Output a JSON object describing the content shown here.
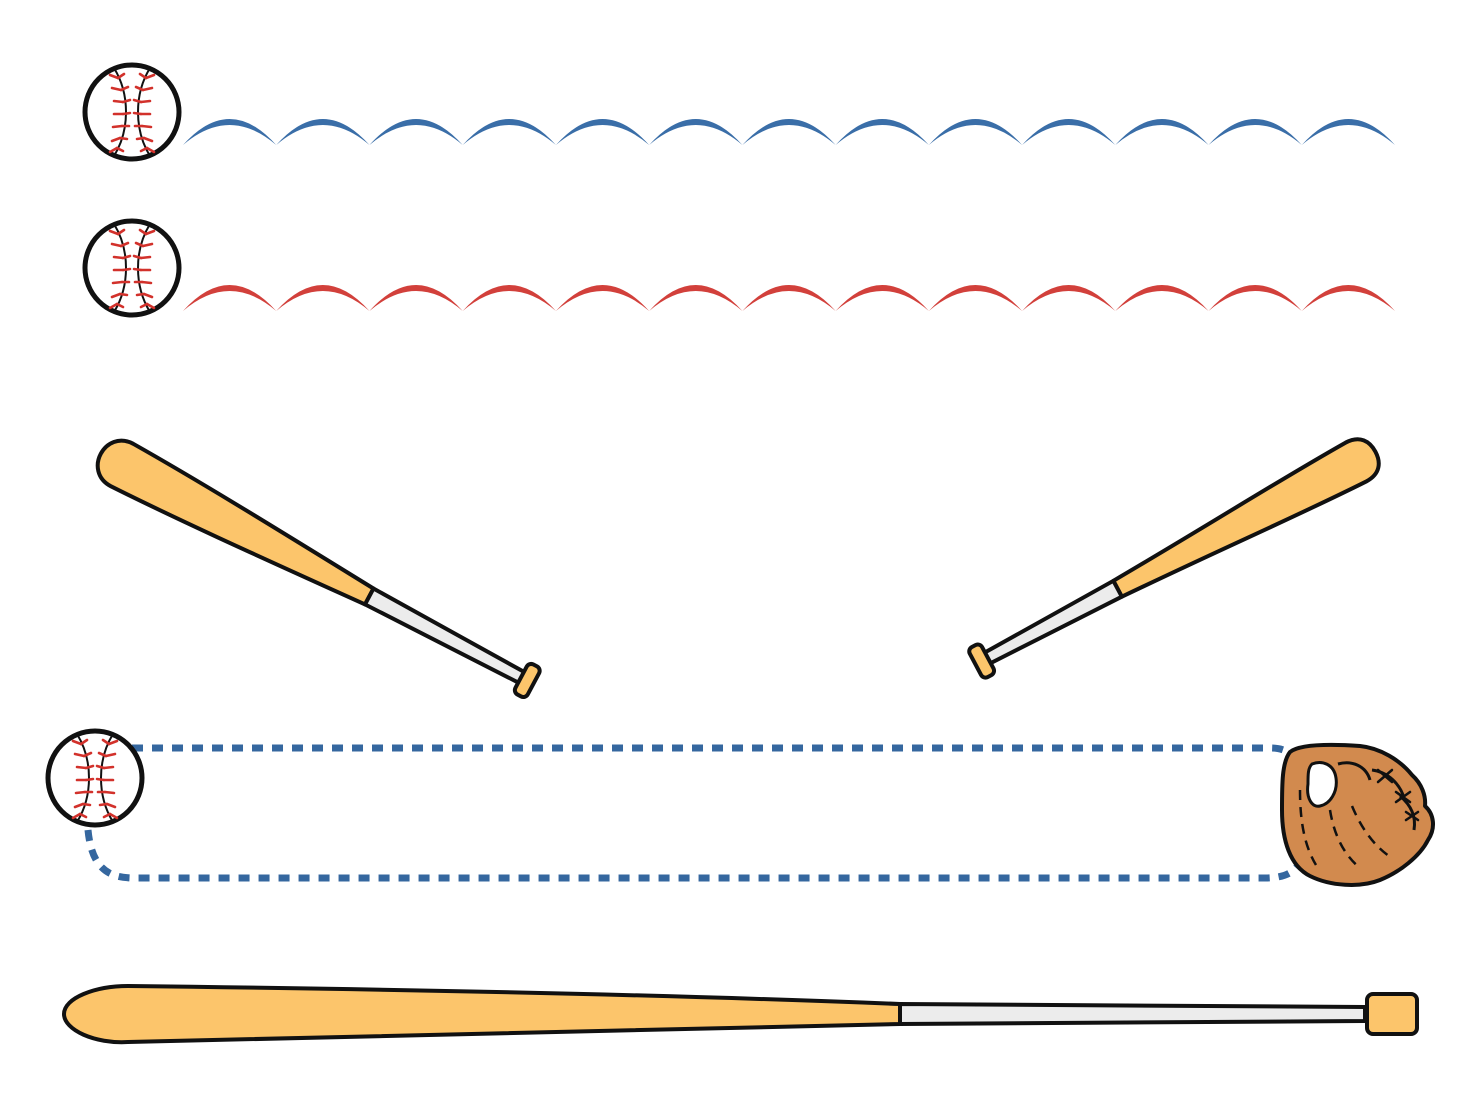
{
  "colors": {
    "background": "#ffffff",
    "outline": "#111111",
    "scallop_top": "#3a6ea8",
    "scallop_bottom": "#d2403b",
    "stitch": "#d2312b",
    "bat_wood": "#fcc56b",
    "bat_handle": "#ececec",
    "path_dots": "#35679f",
    "glove": "#d28a4e",
    "glove_pocket": "#ffffff"
  },
  "icons": {
    "ball": "baseball-icon",
    "bat": "baseball-bat-icon",
    "glove": "baseball-glove-icon"
  },
  "decor": {
    "scallop_rows": 2,
    "scallops_per_row": 13,
    "path_style": "dotted"
  }
}
